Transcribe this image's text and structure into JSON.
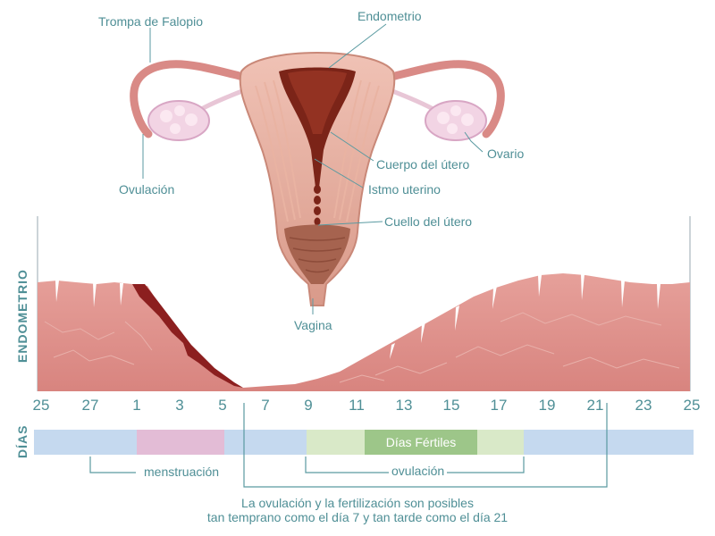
{
  "anatomy": {
    "fallopian_tube": "Trompa de Falopio",
    "endometrium": "Endometrio",
    "ovary": "Ovario",
    "ovulation": "Ovulación",
    "uterus_body": "Cuerpo del útero",
    "uterine_isthmus": "Istmo uterino",
    "cervix": "Cuello del útero",
    "vagina": "Vagina"
  },
  "axis_titles": {
    "endometrium": "ENDOMETRIO",
    "days": "DÍAS"
  },
  "day_labels": [
    "25",
    "27",
    "1",
    "3",
    "5",
    "7",
    "9",
    "11",
    "13",
    "15",
    "17",
    "19",
    "21",
    "23",
    "25"
  ],
  "bar": {
    "fertile_label": "Días Fértiles",
    "menstruation_label": "menstruación",
    "ovulation_label": "ovulación"
  },
  "note": {
    "line1": "La ovulación y la fertilización son posibles",
    "line2": "tan temprano como el día 7 y tan tarde como el día 21"
  },
  "colors": {
    "text": "#4f8f96",
    "bar": "#c5d9ef",
    "menstruation": "#e3bcd6",
    "fertile_light": "#d9e9c8",
    "fertile_dark": "#9dc689",
    "tissue": "#d98e89",
    "blood": "#8c1f1f"
  }
}
